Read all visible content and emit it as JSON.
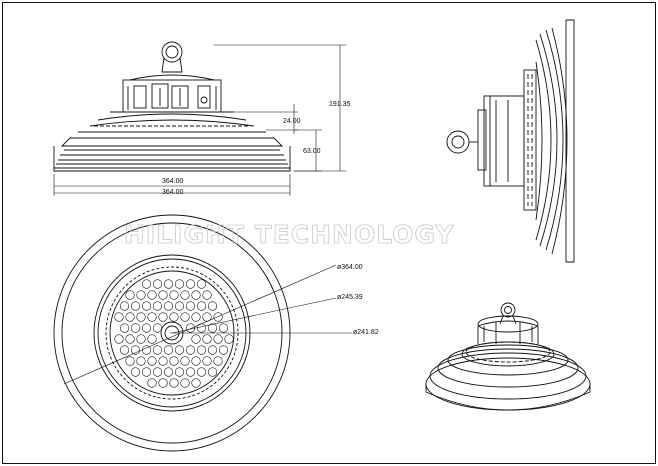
{
  "watermark": "HILIGHT TECHNOLOGY",
  "front_view": {
    "height_total": "191.35",
    "height_upper": "24.00",
    "height_lower": "63.00",
    "width_a": "364.00",
    "width_b": "364.00"
  },
  "top_view": {
    "dia_outer": "ø364.00",
    "dia_middle": "ø245.39",
    "dia_inner": "ø241.82"
  },
  "colors": {
    "line": "#111111",
    "watermark": "#c8c8c8",
    "background": "#ffffff"
  }
}
